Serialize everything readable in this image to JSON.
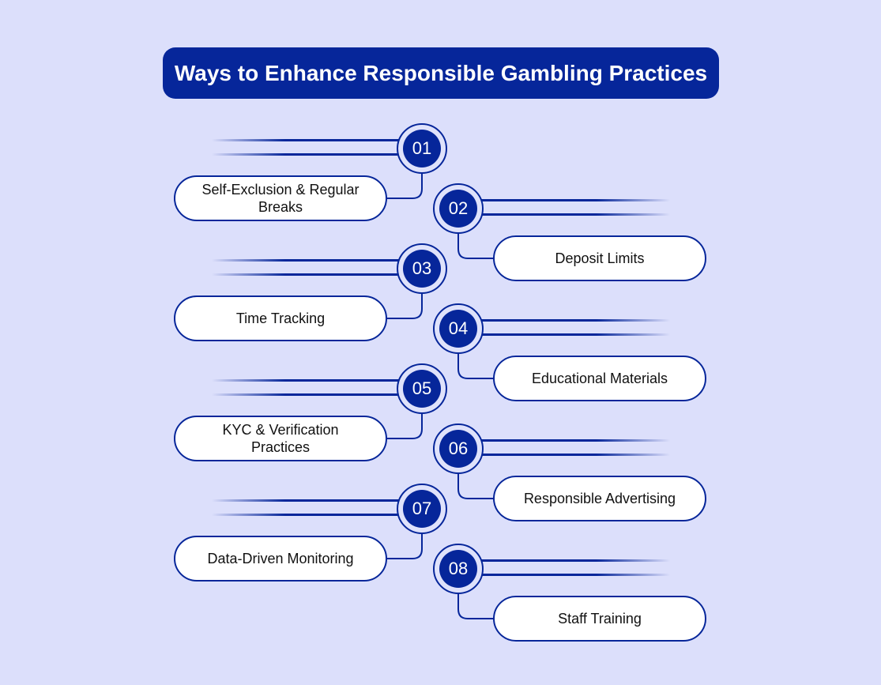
{
  "title": "Ways to Enhance Responsible Gambling Practices",
  "colors": {
    "background": "#dcdffb",
    "primary": "#06269a",
    "label_fill": "#ffffff"
  },
  "steps": [
    {
      "number": "01",
      "label": "Self-Exclusion & Regular Breaks",
      "side": "left"
    },
    {
      "number": "02",
      "label": "Deposit Limits",
      "side": "right"
    },
    {
      "number": "03",
      "label": "Time Tracking",
      "side": "left"
    },
    {
      "number": "04",
      "label": "Educational Materials",
      "side": "right"
    },
    {
      "number": "05",
      "label": "KYC & Verification Practices",
      "side": "left"
    },
    {
      "number": "06",
      "label": "Responsible Advertising",
      "side": "right"
    },
    {
      "number": "07",
      "label": "Data-Driven Monitoring",
      "side": "left"
    },
    {
      "number": "08",
      "label": "Staff Training",
      "side": "right"
    }
  ]
}
